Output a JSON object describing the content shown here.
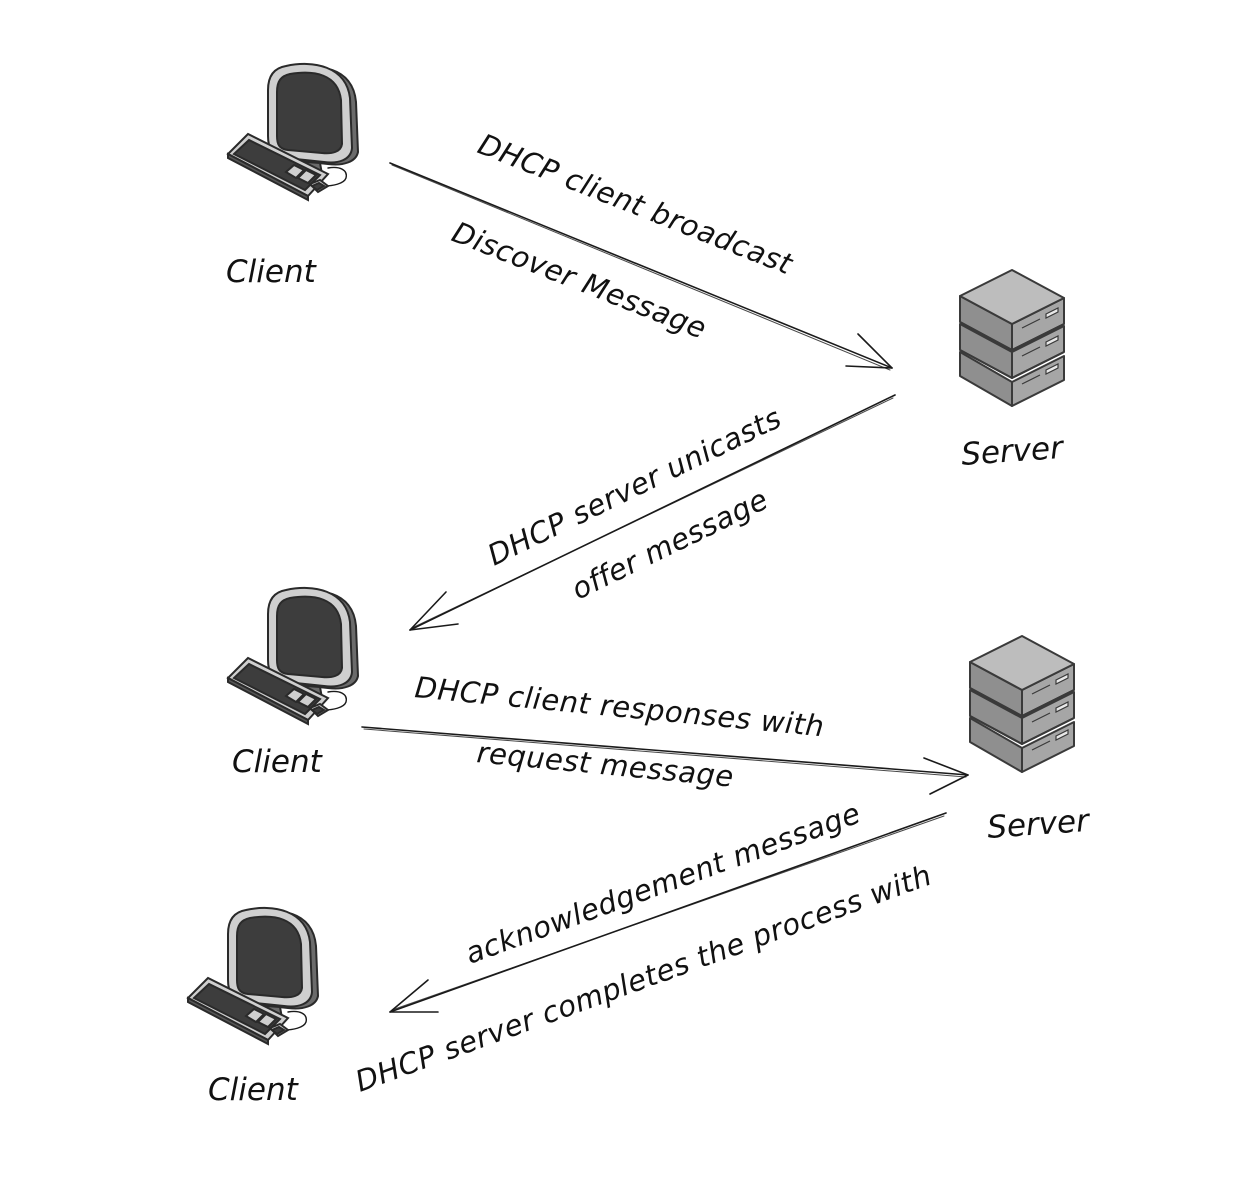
{
  "nodes": {
    "client_top": {
      "label": "Client"
    },
    "client_middle": {
      "label": "Client"
    },
    "client_bottom": {
      "label": "Client"
    },
    "server_top": {
      "label": "Server"
    },
    "server_bottom": {
      "label": "Server"
    }
  },
  "messages": {
    "discover": {
      "line1": "DHCP client broadcast",
      "line2": "Discover Message"
    },
    "offer": {
      "line1": "DHCP server unicasts",
      "line2": "offer message"
    },
    "request": {
      "line1": "DHCP client responses with",
      "line2": "request message"
    },
    "acknowledge": {
      "line1": "acknowledgement message",
      "line2": "DHCP server completes the process with"
    }
  },
  "icons": {
    "client": "desktop-computer-icon",
    "server": "server-rack-icon"
  }
}
